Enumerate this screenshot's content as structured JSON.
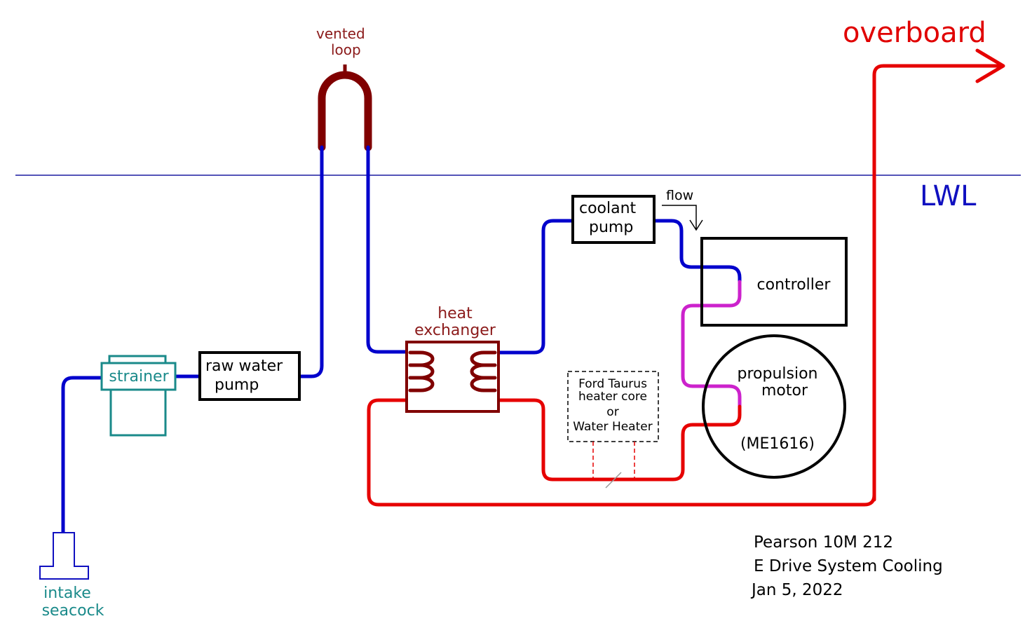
{
  "labels": {
    "vented_loop_line1": "vented",
    "vented_loop_line2": "loop",
    "overboard": "overboard",
    "lwl": "LWL",
    "flow": "flow",
    "coolant_pump_line1": "coolant",
    "coolant_pump_line2": "pump",
    "controller": "controller",
    "heat_exchanger_line1": "heat",
    "heat_exchanger_line2": "exchanger",
    "raw_water_pump_line1": "raw water",
    "raw_water_pump_line2": "pump",
    "strainer": "strainer",
    "heater_line1": "Ford Taurus",
    "heater_line2": "heater core",
    "heater_line3": "or",
    "heater_line4": "Water Heater",
    "motor_line1": "propulsion",
    "motor_line2": "motor",
    "motor_line3": "(ME1616)",
    "intake_line1": "intake",
    "intake_line2": "seacock"
  },
  "footer": {
    "line1": "Pearson 10M 212",
    "line2": "E Drive System Cooling",
    "line3": "Jan 5, 2022"
  },
  "colors": {
    "raw_water_cold": "#0000cc",
    "hot_return": "#e60000",
    "vented_loop": "#800000",
    "coolant_mixed": "#cc22cc",
    "strainer": "#1a8a8a",
    "lwl_line": "#1a1aa0"
  },
  "icons": {
    "flow_arrow": "down-arrow-icon",
    "overboard_arrow": "right-arrow-icon",
    "heat_coil": "coil-icon"
  }
}
